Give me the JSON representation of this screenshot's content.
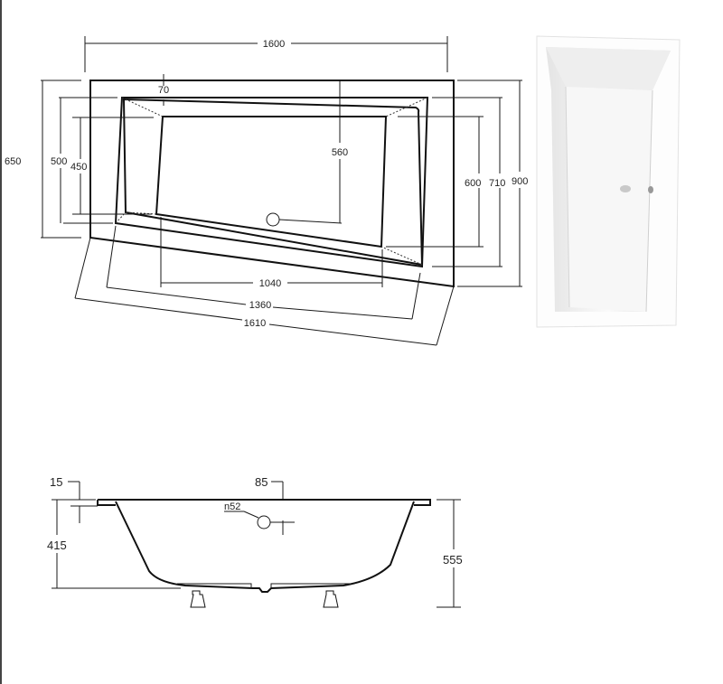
{
  "top_view": {
    "width_overall": "1600",
    "rim_offset": "70",
    "depth_650": "650",
    "depth_500": "500",
    "depth_450": "450",
    "drain_offset": "560",
    "depth_600": "600",
    "depth_710": "710",
    "depth_900": "900",
    "basin_length": "1040",
    "inner_length": "1360",
    "outer_length": "1610"
  },
  "side_view": {
    "rim_thickness": "15",
    "rim_height": "85",
    "overflow_diameter": "n52",
    "depth": "415",
    "total_height": "555"
  }
}
